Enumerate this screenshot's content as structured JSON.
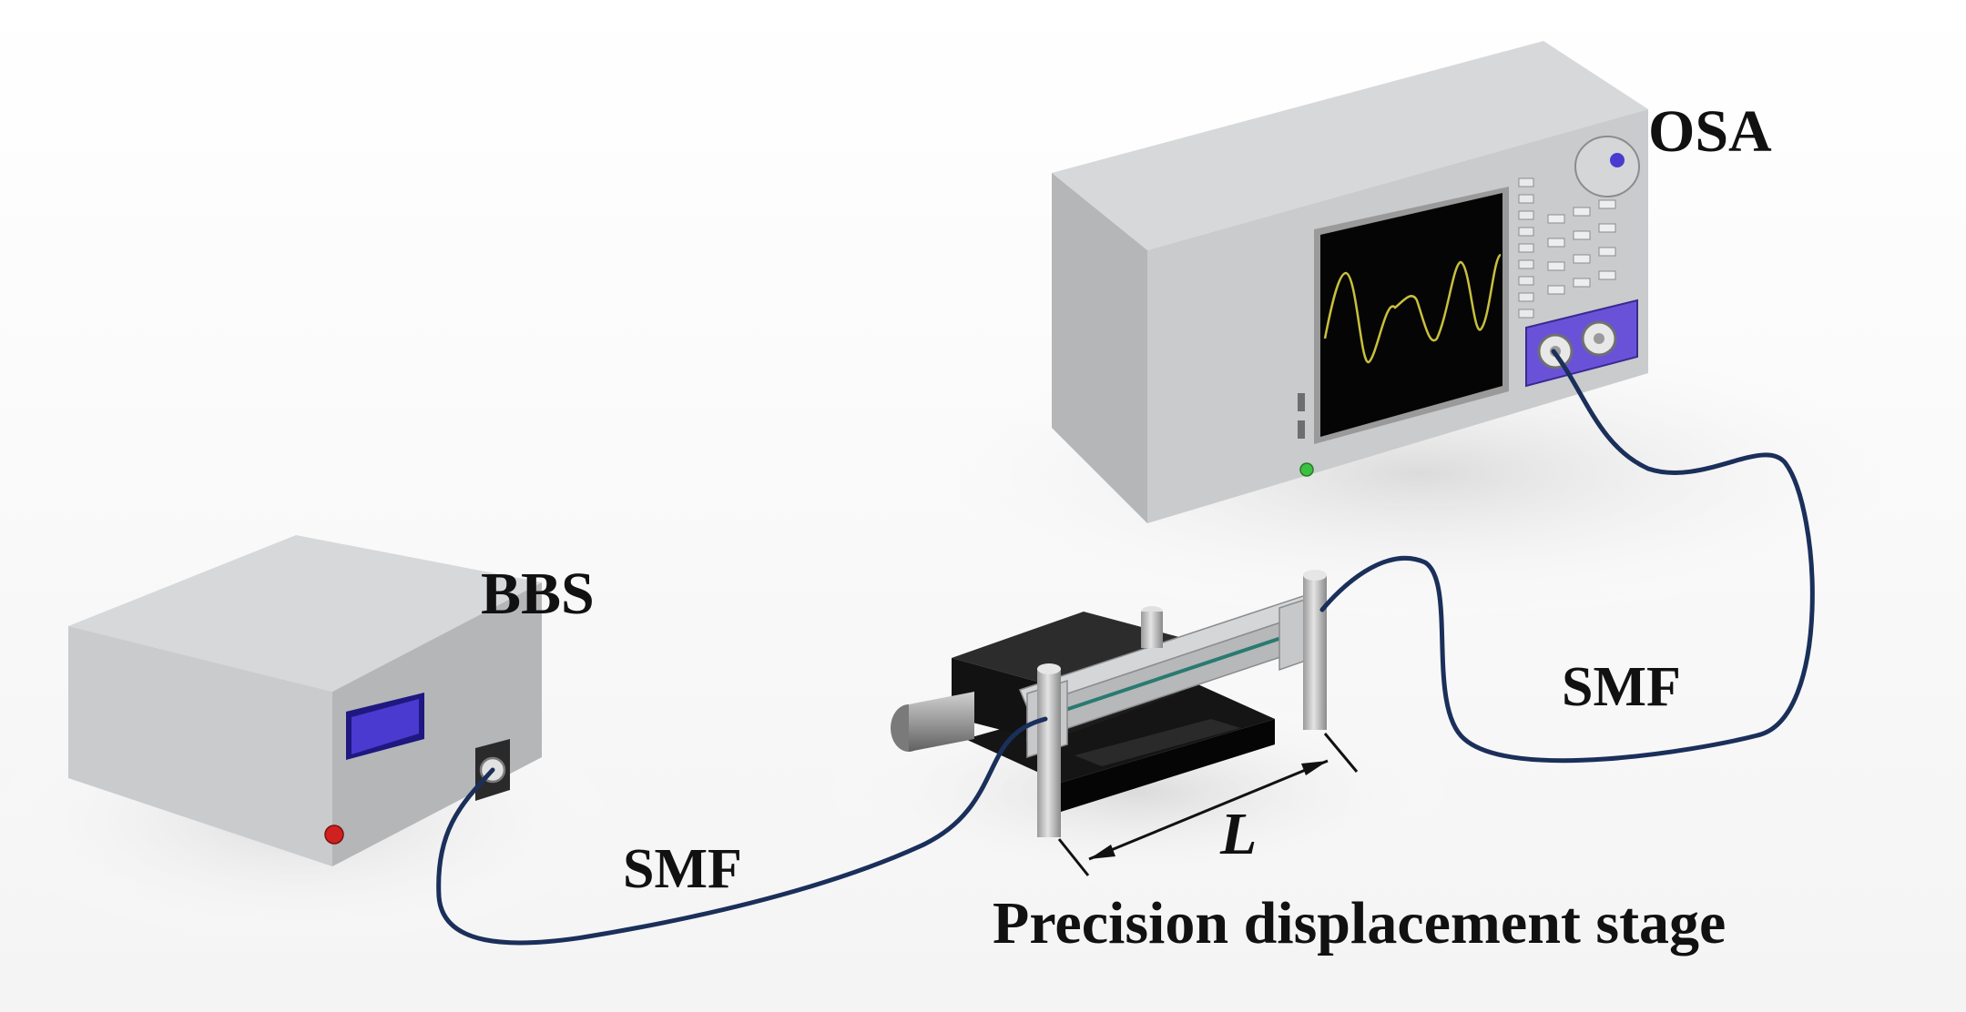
{
  "labels": {
    "osa": "OSA",
    "bbs": "BBS",
    "smf_right": "SMF",
    "smf_left": "SMF",
    "length": "L",
    "stage": "Precision displacement stage"
  },
  "colors": {
    "fiber": "#1a2f5a",
    "case_front": "#c9cbcd",
    "case_side": "#b4b6b8",
    "case_top": "#d6d8da",
    "screen": "#050505",
    "spectrum_trace": "#c8c03c",
    "display_panel": "#4a3ad0",
    "power_button": "#d02020",
    "status_led": "#3cc040",
    "knob_accent": "#4a3ad0",
    "stage_body": "#141414",
    "fiber_core": "#2a7a70"
  }
}
